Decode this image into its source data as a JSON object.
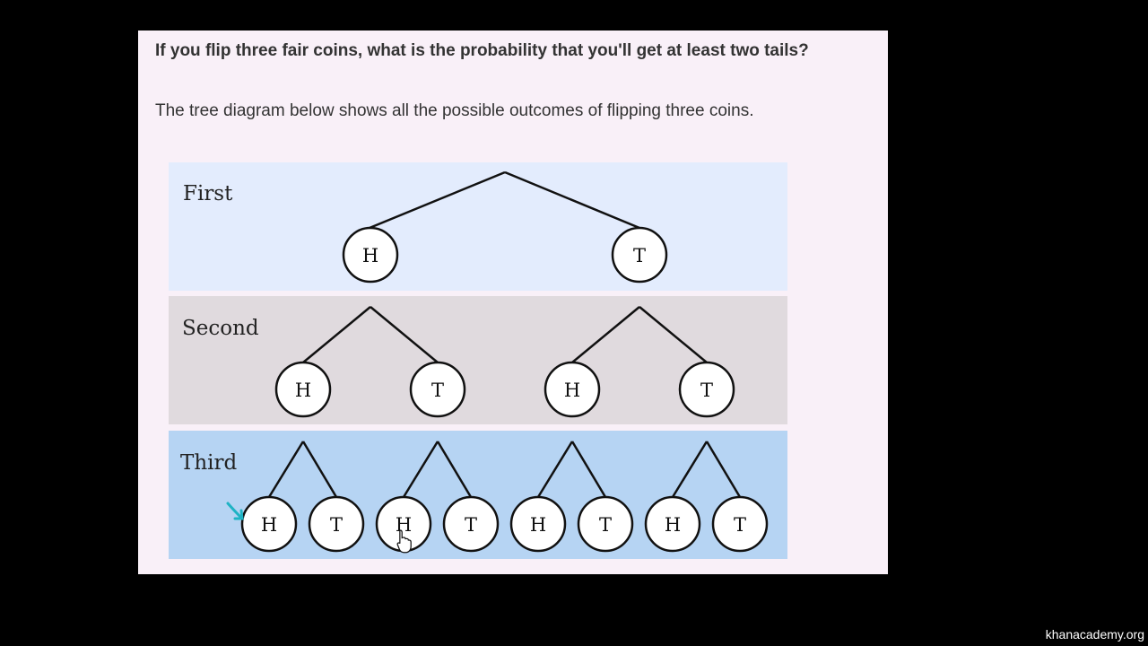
{
  "question": "If you flip three fair coins, what is the probability that you'll get at least two tails?",
  "description": "The tree diagram below shows all the possible outcomes of flipping three coins.",
  "tree": {
    "levels": [
      {
        "label": "First",
        "nodes": [
          "H",
          "T"
        ],
        "band_color": "#e3ecfd"
      },
      {
        "label": "Second",
        "nodes": [
          "H",
          "T",
          "H",
          "T"
        ],
        "band_color": "#e0dade"
      },
      {
        "label": "Third",
        "nodes": [
          "H",
          "T",
          "H",
          "T",
          "H",
          "T",
          "H",
          "T"
        ],
        "band_color": "#b6d4f3"
      }
    ]
  },
  "annotation_color": "#1fb3c4",
  "watermark": "khanacademy.org"
}
